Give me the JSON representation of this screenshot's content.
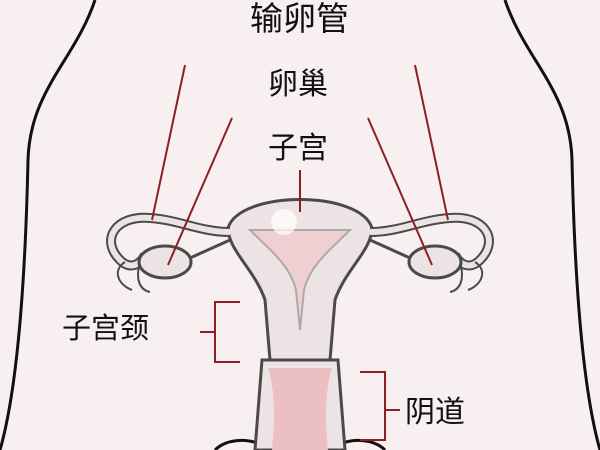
{
  "labels": {
    "fallopian_tube": "输卵管",
    "ovary": "卵巢",
    "uterus": "子宫",
    "cervix": "子宫颈",
    "vagina": "阴道"
  },
  "colors": {
    "background": "#f8eff0",
    "pointer_lines": "#8b1f24",
    "organ_fill": "#f2d4d6",
    "outline": "#4a4a4a"
  }
}
